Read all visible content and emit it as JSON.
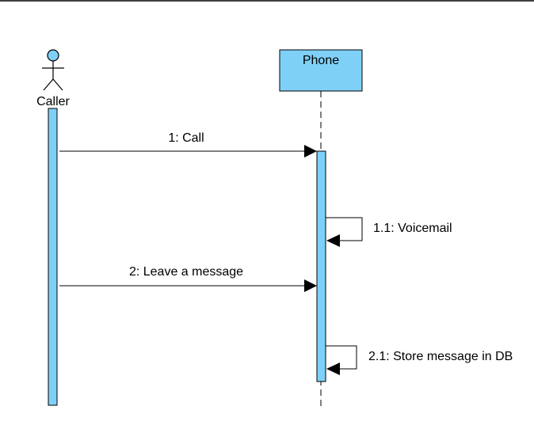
{
  "diagram": {
    "type": "sequence",
    "colors": {
      "fill": "#7fd0f7",
      "stroke": "#000000",
      "line": "#000000",
      "background": "#ffffff"
    },
    "participants": {
      "caller": {
        "label": "Caller",
        "kind": "actor",
        "icon": "stick-figure-icon"
      },
      "phone": {
        "label": "Phone",
        "kind": "object"
      }
    },
    "messages": [
      {
        "label": "1: Call",
        "from": "Caller",
        "to": "Phone",
        "kind": "synchronous"
      },
      {
        "label": "1.1: Voicemail",
        "from": "Phone",
        "to": "Phone",
        "kind": "self"
      },
      {
        "label": "2: Leave a message",
        "from": "Caller",
        "to": "Phone",
        "kind": "synchronous"
      },
      {
        "label": "2.1: Store message in DB",
        "from": "Phone",
        "to": "Phone",
        "kind": "self"
      }
    ]
  }
}
